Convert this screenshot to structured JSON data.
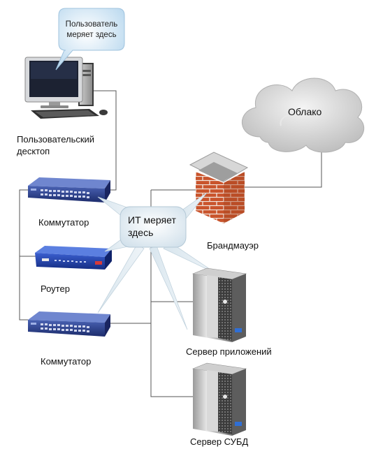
{
  "bubbles": {
    "user_measures": [
      "Пользователь",
      "меряет здесь"
    ],
    "it_measures": [
      "ИТ меряет",
      "здесь"
    ]
  },
  "labels": {
    "desktop": [
      "Пользовательский",
      "десктоп"
    ],
    "switch_top": "Коммутатор",
    "router": "Роутер",
    "switch_bottom": "Коммутатор",
    "firewall": "Брандмауэр",
    "cloud": "Облако",
    "app_server": "Сервер приложений",
    "db_server": "Сервер СУБД"
  },
  "colors": {
    "line": "#555555",
    "bubble_fill": "#d9ecf8",
    "it_bubble_fill": "#e8f1f6",
    "cloud": "#d8d8d8",
    "brick": "#c8542a",
    "switch": "#2c3f8f",
    "router": "#1f3a9a",
    "server": "#4a4a4a"
  },
  "icons": [
    "desktop-computer-icon",
    "switch-icon",
    "router-icon",
    "firewall-icon",
    "cloud-icon",
    "server-icon"
  ]
}
